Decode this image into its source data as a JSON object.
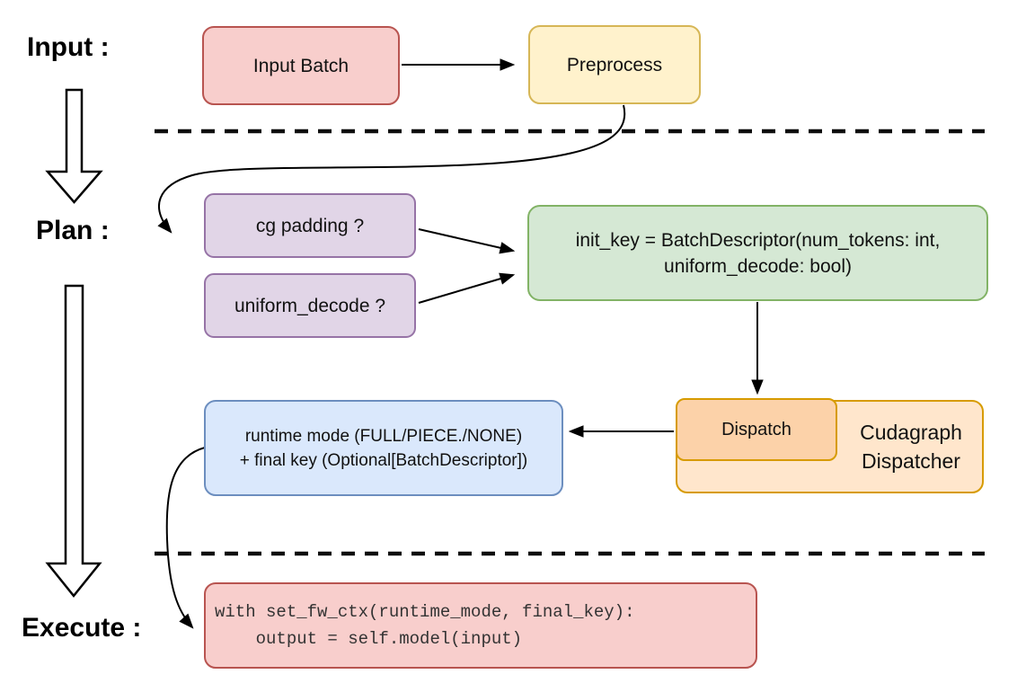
{
  "section_labels": {
    "input": "Input :",
    "plan": "Plan :",
    "execute": "Execute :"
  },
  "nodes": {
    "input_batch": {
      "label": "Input Batch"
    },
    "preprocess": {
      "label": "Preprocess"
    },
    "cg_padding": {
      "label": "cg padding ?"
    },
    "uniform_decode": {
      "label": "uniform_decode ?"
    },
    "init_key": {
      "line1": "init_key = BatchDescriptor(num_tokens: int,",
      "line2": "uniform_decode: bool)"
    },
    "dispatch": {
      "label": "Dispatch"
    },
    "cudagraph_dispatcher": {
      "line1": "Cudagraph",
      "line2": "Dispatcher"
    },
    "runtime_mode": {
      "line1": "runtime mode (FULL/PIECE./NONE)",
      "line2": "+ final key (Optional[BatchDescriptor])"
    },
    "execute_code": {
      "line1": "with set_fw_ctx(runtime_mode, final_key):",
      "line2": "    output = self.model(input)"
    }
  },
  "connectors": {
    "input_batch_to_preprocess": "arrow",
    "preprocess_to_cg_padding": "curved-arrow",
    "cg_padding_to_init_key": "arrow",
    "uniform_decode_to_init_key": "arrow",
    "init_key_to_dispatch": "arrow",
    "dispatch_to_runtime_mode": "arrow",
    "runtime_mode_to_execute_code": "curved-arrow",
    "input_to_plan": "hollow-down-arrow",
    "plan_to_execute": "hollow-down-arrow",
    "divider_top": "dashed-line",
    "divider_bottom": "dashed-line"
  },
  "palette": {
    "red_fill": "#f8cecc",
    "red_stroke": "#b85450",
    "yellow_fill": "#fff2cc",
    "yellow_stroke": "#d6b656",
    "purple_fill": "#e1d5e7",
    "purple_stroke": "#9673a6",
    "green_fill": "#d5e8d4",
    "green_stroke": "#82b366",
    "blue_fill": "#dae8fc",
    "blue_stroke": "#6c8ebf",
    "orange_fill": "#ffe6cc",
    "orange_inner_fill": "#fcd2a9",
    "orange_stroke": "#d79b00",
    "connector": "#000000",
    "code_text": "#333333",
    "background": "#ffffff"
  }
}
